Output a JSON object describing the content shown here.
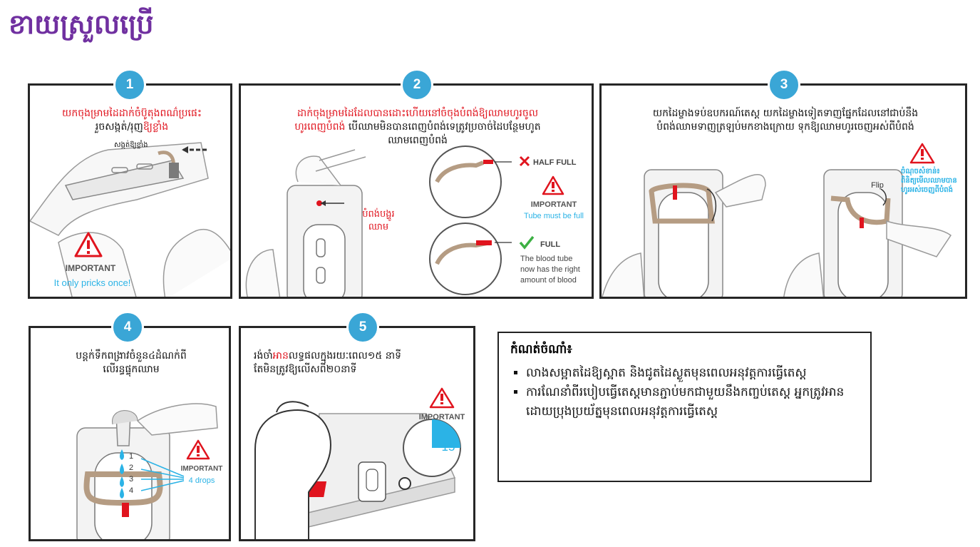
{
  "page": {
    "title": "ខាយស្រួលប្រើ"
  },
  "panels": [
    {
      "step": "1",
      "text_red": "យកចុងម្រាមដៃដាក់ចំប៊ូតុងពណ៌ប្រផេះ",
      "text_line2_a": "រួចសង្កត់/រុញ",
      "text_line2_b": "ឱ្យខ្លាំង",
      "callout": "សង្កត់ឱ្យខ្លាំង",
      "important": "IMPORTANT",
      "important_sub": "It only pricks once!"
    },
    {
      "step": "2",
      "text_red": "ដាក់ចុងម្រាមដៃដែលបានដោះហើយនៅចំចុងបំពង់ឱ្យឈាមហូរចូល",
      "text_red2": "ហូរពេញបំពង់",
      "text_black": "បើឈាមមិនបានពេញបំពង់ទេត្រូវប្រចាច់ដៃបន្ថែមហូត",
      "text_black2": "ឈាមពេញបំពង់",
      "callout": "បំពង់បង្ហូរ",
      "callout2": "ឈាម",
      "half_full": "HALF FULL",
      "important": "IMPORTANT",
      "important_sub": "Tube must be full",
      "full": "FULL",
      "full_note1": "The blood tube",
      "full_note2": "now has the right",
      "full_note3": "amount of blood"
    },
    {
      "step": "3",
      "text_line1": "យកដៃម្ខាងទប់ឧបករណ៍តេស្ត  យកដៃម្ខាងទៀតទាញផ្នែកដែលនៅជាប់នឹង",
      "text_line2": "បំពង់ឈាមទាញត្រឡប់មកខាងក្រោយ ទុកឱ្យឈាមហូរចេញអស់ពីបំពង់",
      "flip": "Flip",
      "warning_note": "ចំណុចសំខាន់៖ ពិនិត្យមើលឈាមបានហូរអស់ចេញពីបំពង់"
    },
    {
      "step": "4",
      "text_line1": "បន្តក់ទឹកពង្រាវចំនួន៤ដំណក់ពី",
      "text_line2": "លើរន្ធផ្ទុកឈាម",
      "drops": [
        "1",
        "2",
        "3",
        "4"
      ],
      "important": "IMPORTANT",
      "important_sub": "4 drops"
    },
    {
      "step": "5",
      "text_a": "រង់ចាំ",
      "text_b": "អាន",
      "text_c": "លទ្ធផលក្នុងរយៈពេល១៥ នាទី",
      "text_line2": "តែមិនត្រូវឱ្យលើសពី២០នាទី",
      "important": "IMPORTANT",
      "timer": "15"
    }
  ],
  "note": {
    "heading": "កំណត់ចំណាំ៖",
    "items": [
      "លាងសម្អាតដៃឱ្យស្អាត និងជូតដៃស្ងួតមុនពេលអនុវត្តការធ្វើតេស្ត",
      "ការណែនាំពីរបៀបធ្វើតេស្តមានភ្ជាប់មកជាមួយនឹងកញ្ចប់តេស្ត  អ្នកត្រូវអានដោយប្រុងប្រយ័ត្នមុនពេលអនុវត្តការធ្វើតេស្ត"
    ]
  },
  "colors": {
    "title": "#7030a0",
    "badge": "#3aa6d6",
    "red": "#e0141e",
    "accent": "#2bb3e6",
    "green": "#3cb043"
  }
}
